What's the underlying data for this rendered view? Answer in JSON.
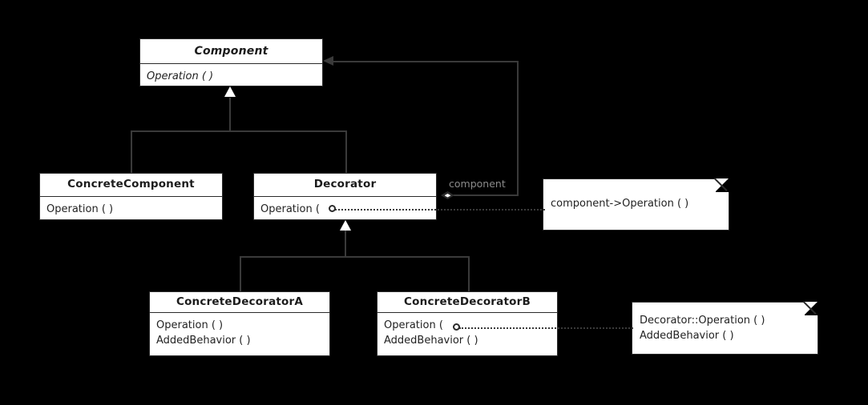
{
  "diagram": {
    "title": "Decorator pattern class diagram",
    "background_color": "#000000",
    "box_fill": "#ffffff",
    "line_color": "#3a3a3a",
    "role_label_color": "#8a8a8a"
  },
  "classes": [
    {
      "id": "component",
      "name": "Component",
      "abstract": true,
      "operations": [
        "Operation (  )"
      ]
    },
    {
      "id": "concrete-component",
      "name": "ConcreteComponent",
      "abstract": false,
      "operations": [
        "Operation (  )"
      ]
    },
    {
      "id": "decorator",
      "name": "Decorator",
      "abstract": false,
      "operations": [
        "Operation (  "
      ]
    },
    {
      "id": "concrete-decorator-a",
      "name": "ConcreteDecoratorA",
      "abstract": false,
      "operations": [
        "Operation (  )",
        "AddedBehavior (  )"
      ]
    },
    {
      "id": "concrete-decorator-b",
      "name": "ConcreteDecoratorB",
      "abstract": false,
      "operations": [
        "Operation (  ",
        "AddedBehavior (  )"
      ]
    }
  ],
  "notes": [
    {
      "id": "note-decorator",
      "lines": [
        "component->Operation (  )"
      ]
    },
    {
      "id": "note-concrete-decorator-b",
      "lines": [
        "Decorator::Operation (  )",
        "AddedBehavior (  )"
      ]
    }
  ],
  "associations": [
    {
      "id": "decorator-component",
      "role_label": "component",
      "from": "decorator",
      "to": "component",
      "kind": "aggregation"
    }
  ],
  "generalizations": [
    {
      "from": "ConcreteComponent",
      "to": "Component"
    },
    {
      "from": "Decorator",
      "to": "Component"
    },
    {
      "from": "ConcreteDecoratorA",
      "to": "Decorator"
    },
    {
      "from": "ConcreteDecoratorB",
      "to": "Decorator"
    }
  ]
}
